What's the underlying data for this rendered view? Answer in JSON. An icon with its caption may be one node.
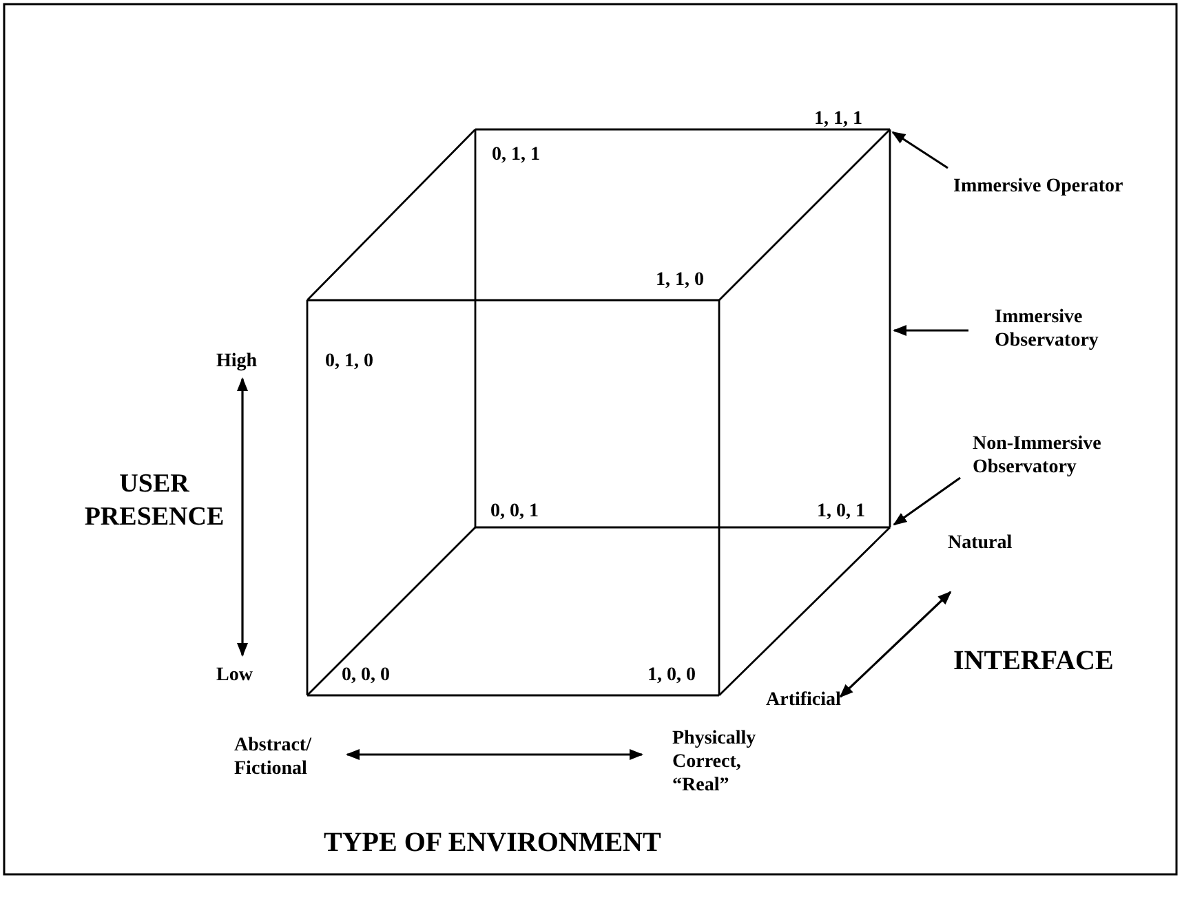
{
  "diagram": {
    "nodes": [
      {
        "text": [
          "Immersive Operator"
        ]
      },
      {
        "text": [
          "Immersive Observatory"
        ]
      },
      {
        "text": [
          "Non-Immersive Observatory"
        ]
      },
      {
        "text": [
          "High"
        ]
      },
      {
        "text": [
          "Low"
        ]
      },
      {
        "text": [
          "Abstract/ Fictional"
        ]
      },
      {
        "text": [
          "Physically Correct, “Real”"
        ]
      },
      {
        "text": [
          "Natural"
        ]
      },
      {
        "text": [
          "Artificial"
        ]
      }
    ],
    "edges": [
      {
        "from": 0,
        "to": null,
        "arrow": "to"
      },
      {
        "from": 1,
        "to": null,
        "arrow": "to"
      },
      {
        "from": 2,
        "to": null,
        "arrow": "to"
      },
      {
        "from": 3,
        "to": 4,
        "arrow": "both"
      },
      {
        "from": 5,
        "to": 6,
        "arrow": "both"
      },
      {
        "from": 8,
        "to": 7,
        "arrow": "both"
      }
    ],
    "labels": [
      "1, 1, 1",
      "0, 1, 1",
      "1, 1, 0",
      "0, 1, 0",
      "USER PRESENCE",
      "0, 0, 1",
      "1, 0, 1",
      "0, 0, 0",
      "1, 0, 0",
      "INTERFACE",
      "TYPE OF ENVIRONMENT"
    ]
  }
}
